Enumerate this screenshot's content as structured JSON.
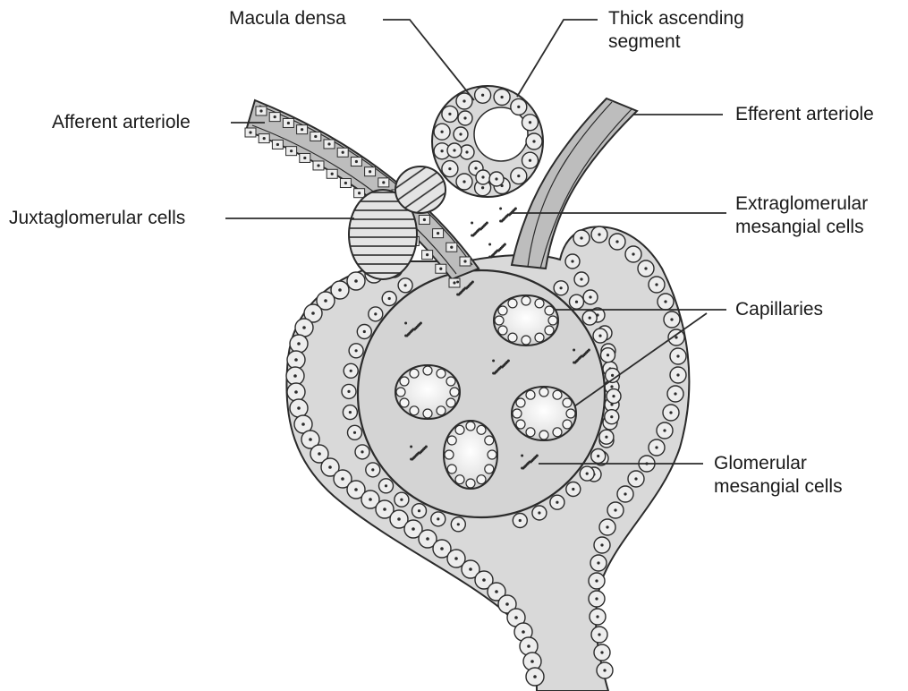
{
  "labels": {
    "macula_densa": "Macula densa",
    "thick_ascending_line1": "Thick ascending",
    "thick_ascending_line2": "segment",
    "afferent_arteriole": "Afferent arteriole",
    "efferent_arteriole": "Efferent arteriole",
    "juxtaglomerular_cells": "Juxtaglomerular cells",
    "extraglomerular_line1": "Extraglomerular",
    "extraglomerular_line2": "mesangial cells",
    "capillaries": "Capillaries",
    "glomerular_line1": "Glomerular",
    "glomerular_line2": "mesangial cells"
  },
  "colors": {
    "outline": "#2b2b2b",
    "tissue_fill": "#d9d9d9",
    "cell_fill": "#ededed",
    "highlight": "#ffffff"
  }
}
